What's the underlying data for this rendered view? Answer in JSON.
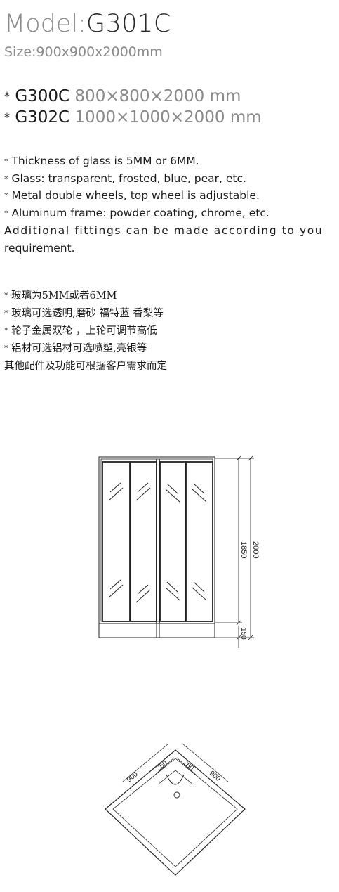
{
  "header": {
    "model_prefix": "Model:",
    "model_code": "G301C",
    "size": "Size:900x900x2000mm"
  },
  "variants": [
    {
      "bullet": "*",
      "code": "G300C",
      "size": "800×800×2000 mm"
    },
    {
      "bullet": "*",
      "code": "G302C",
      "size": "1000×1000×2000 mm"
    }
  ],
  "specs_en": [
    {
      "bullet": "*",
      "text": "Thickness of glass is 5MM or 6MM."
    },
    {
      "bullet": "*",
      "text": "Glass: transparent, frosted, blue, pear, etc."
    },
    {
      "bullet": "*",
      "text": "Metal double wheels, top wheel is adjustable."
    },
    {
      "bullet": "*",
      "text": "Aluminum frame: powder coating, chrome, etc."
    }
  ],
  "additional_en_line1": "Additional fittings can be made according to you",
  "additional_en_line2": "requirement.",
  "specs_cn": [
    {
      "bullet": "*",
      "text": "玻璃为5MM或者6MM"
    },
    {
      "bullet": "*",
      "text": "玻璃可选透明,磨砂  福特蓝  香梨等"
    },
    {
      "bullet": "*",
      "text": "轮子金属双轮 ，上轮可调节高低"
    },
    {
      "bullet": "*",
      "text": "铝材可选铝材可选喷塑,亮银等"
    }
  ],
  "additional_cn": "其他配件及功能可根据客户需求而定",
  "front_drawing": {
    "dim_glass": "1850",
    "dim_total": "2000",
    "dim_base": "150"
  },
  "plan_drawing": {
    "dim_side_left": "900",
    "dim_side_right": "900",
    "dim_door_left": "250",
    "dim_door_right": "250"
  }
}
